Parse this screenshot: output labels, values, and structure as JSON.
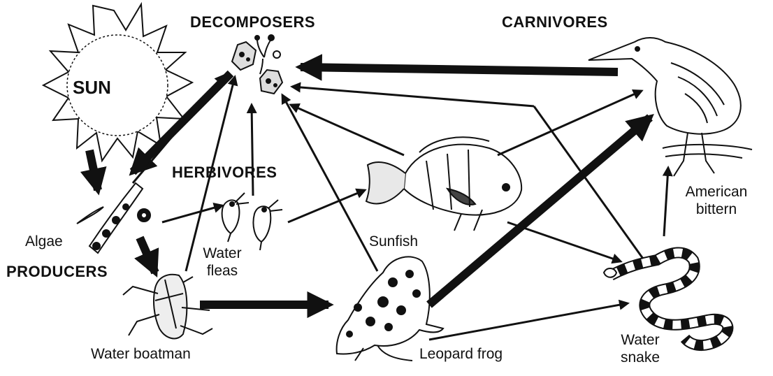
{
  "categories": {
    "decomposers": "DECOMPOSERS",
    "carnivores": "CARNIVORES",
    "herbivores": "HERBIVORES",
    "producers": "PRODUCERS"
  },
  "sun_label": "SUN",
  "organisms": {
    "algae": "Algae",
    "water_fleas_1": "Water",
    "water_fleas_2": "fleas",
    "sunfish": "Sunfish",
    "american_bittern_1": "American",
    "american_bittern_2": "bittern",
    "water_boatman": "Water boatman",
    "leopard_frog": "Leopard frog",
    "water_snake_1": "Water",
    "water_snake_2": "snake"
  }
}
